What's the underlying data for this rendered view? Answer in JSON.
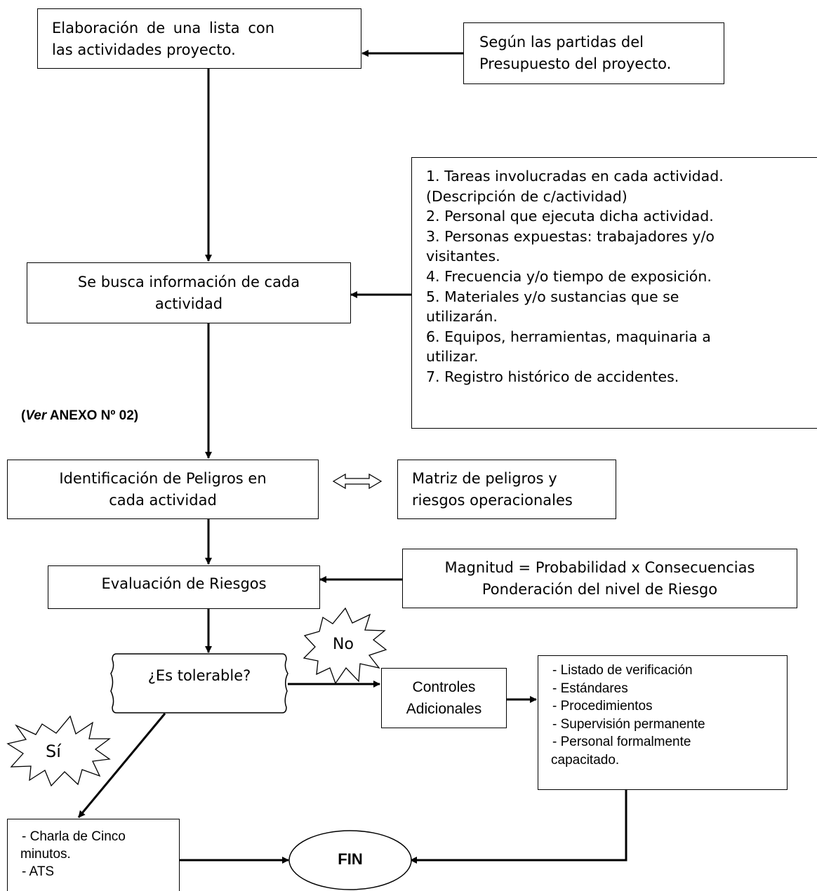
{
  "nodes": {
    "activity_list": {
      "lines": [
        "Elaboración de una lista con",
        "las actividades proyecto."
      ]
    },
    "budget_items": {
      "lines": [
        "Según las partidas del",
        "Presupuesto del proyecto."
      ]
    },
    "info_items": {
      "lines": [
        "1. Tareas involucradas en cada actividad.",
        "(Descripción de c/actividad)",
        "2. Personal que ejecuta dicha actividad.",
        "3. Personas expuestas: trabajadores y/o",
        "visitantes.",
        "4. Frecuencia y/o tiempo de exposición.",
        "5. Materiales y/o sustancias que se",
        "utilizarán.",
        "6. Equipos, herramientas, maquinaria a",
        "utilizar.",
        "7. Registro histórico de accidentes."
      ]
    },
    "search_info": {
      "lines": [
        "Se busca información de cada",
        "actividad"
      ]
    },
    "annex_ref": {
      "prefix": "(",
      "ver": "Ver",
      "rest": " ANEXO Nº 02)"
    },
    "hazard_id": {
      "lines": [
        "Identificación de Peligros en",
        "cada actividad"
      ]
    },
    "hazard_matrix": {
      "lines": [
        "Matriz de peligros y",
        "riesgos operacionales"
      ]
    },
    "risk_eval": {
      "lines": [
        "Evaluación de Riesgos"
      ]
    },
    "magnitude": {
      "lines": [
        "Magnitud = Probabilidad x Consecuencias",
        "Ponderación del nivel de Riesgo"
      ]
    },
    "tolerable_question": {
      "lines": [
        "¿Es tolerable?"
      ]
    },
    "no_label": "No",
    "yes_label": "Sí",
    "additional_controls": {
      "lines": [
        "Controles",
        "Adicionales"
      ]
    },
    "controls_list": {
      "lines": [
        "- Listado de verificación",
        "- Estándares",
        "- Procedimientos",
        "- Supervisión permanente",
        "- Personal formalmente",
        "capacitado."
      ]
    },
    "five_minute_talk": {
      "lines": [
        "- Charla de Cinco",
        "minutos.",
        "- ATS"
      ]
    },
    "end": "FIN"
  }
}
